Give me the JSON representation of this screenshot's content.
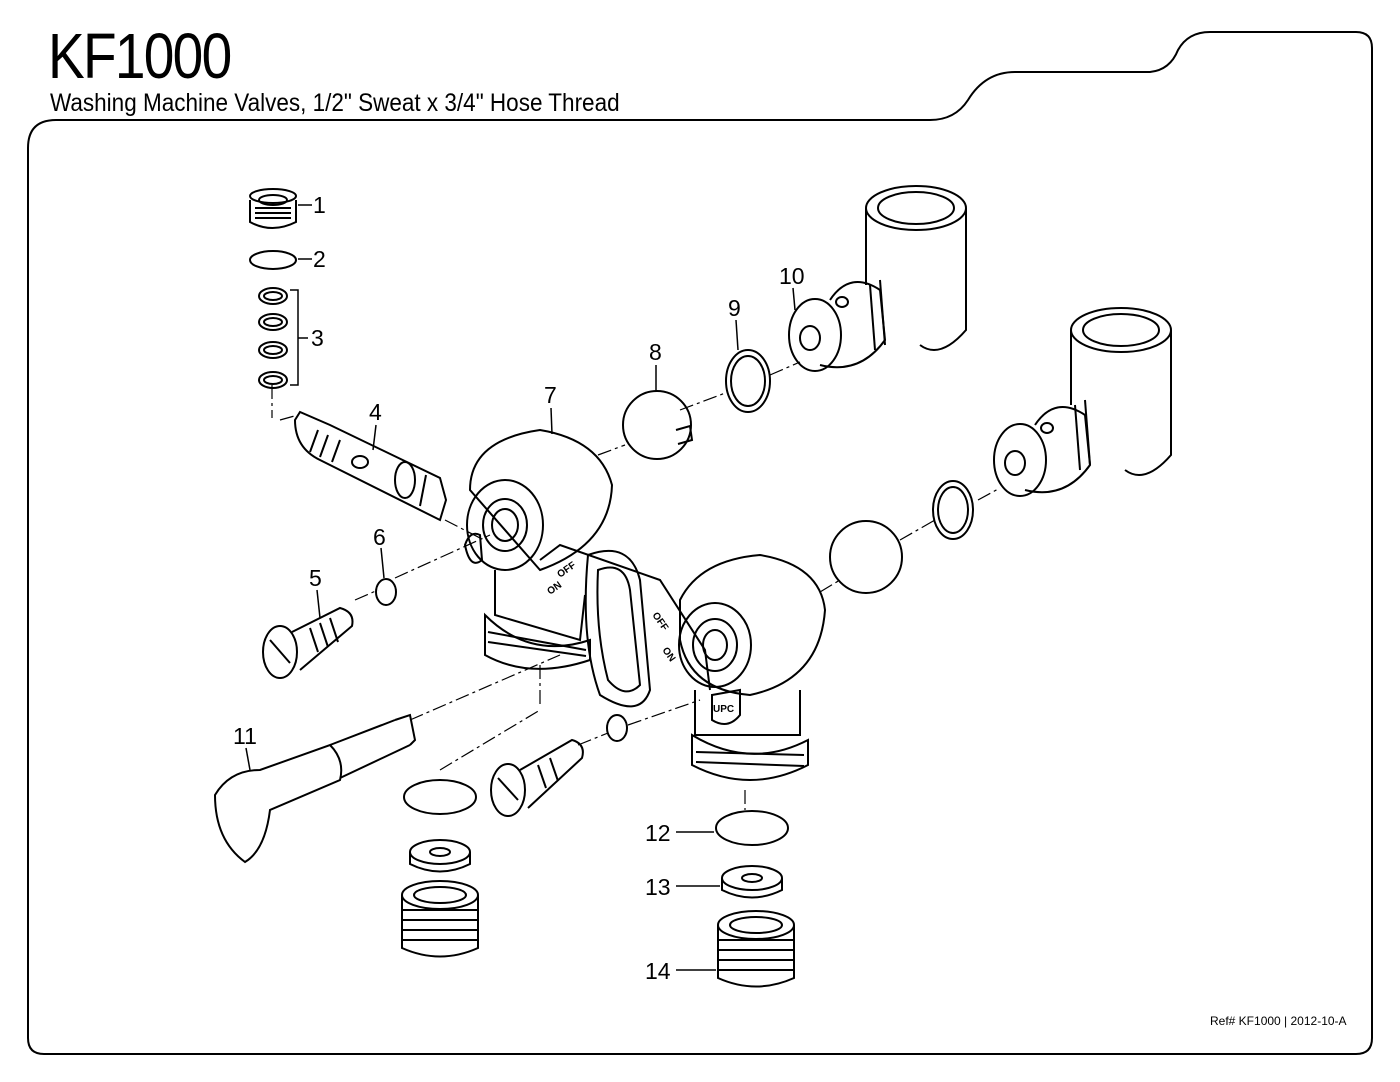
{
  "header": {
    "model": "KF1000",
    "description": "Washing Machine Valves, 1/2\" Sweat x 3/4\" Hose Thread"
  },
  "footer": {
    "reference": "Ref# KF1000 | 2012-10-A"
  },
  "diagram": {
    "callouts": [
      "1",
      "2",
      "3",
      "4",
      "5",
      "6",
      "7",
      "8",
      "9",
      "10",
      "11",
      "12",
      "13",
      "14"
    ],
    "markings": {
      "off": "OFF",
      "on": "ON",
      "cert": "UPC"
    }
  }
}
